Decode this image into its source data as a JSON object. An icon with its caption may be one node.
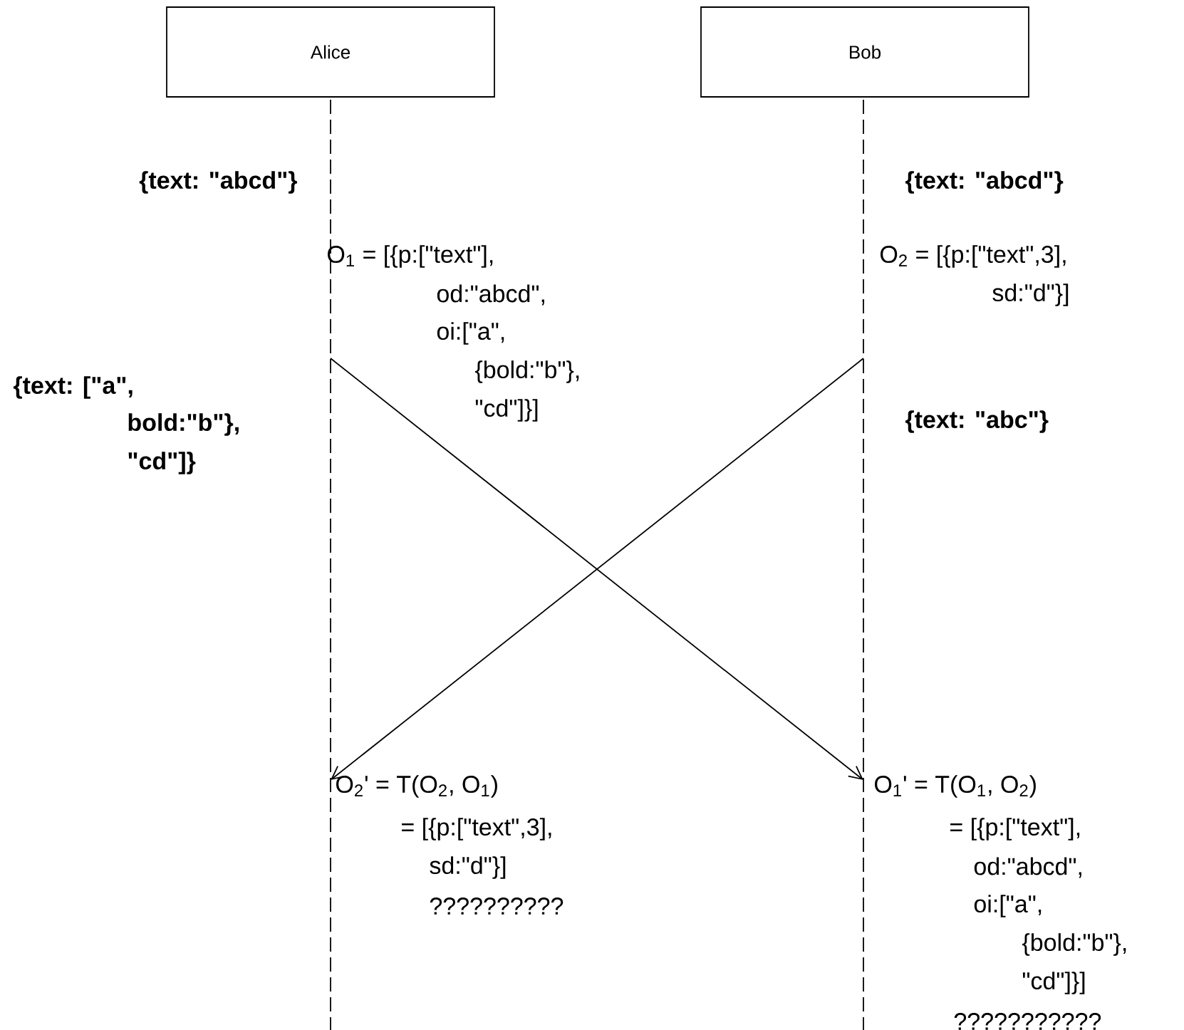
{
  "diagram": {
    "nodes": [
      {
        "text": [
          "Alice"
        ]
      },
      {
        "text": [
          "Bob"
        ]
      },
      {
        "text": [],
        "shape": "line"
      },
      {
        "text": [],
        "shape": "line"
      }
    ],
    "edges": [
      {
        "from": 2,
        "to": 3,
        "arrow": "to"
      },
      {
        "from": 3,
        "to": 2,
        "arrow": "to"
      }
    ],
    "labels": [
      "{text: \"abcd\"}",
      "{text: \"abcd\"}",
      "O$_{1}$ = [{p:[\"text\"],",
      "O$_{2}$ = [{p:[\"text\",3],",
      "od:\"abcd\",",
      "sd:\"d\"}]",
      "oi:[\"a\",",
      "{bold:\"b\"},",
      "{text: [\"a\",",
      "{text: \"abc\"}",
      "\"cd\"]}]",
      "bold:\"b\"},",
      "\"cd\"]}",
      "O$_{2}$' = T(O$_{2}$, O$_{1}$)",
      "O$_{1}$' = T(O$_{1}$, O$_{2}$)",
      "= [{p:[\"text\",3],",
      "= [{p:[\"text\"],",
      "sd:\"d\"}]",
      "od:\"abcd\",",
      "??????????",
      "oi:[\"a\",",
      "{bold:\"b\"},",
      "\"cd\"]}]",
      "???????????"
    ]
  }
}
